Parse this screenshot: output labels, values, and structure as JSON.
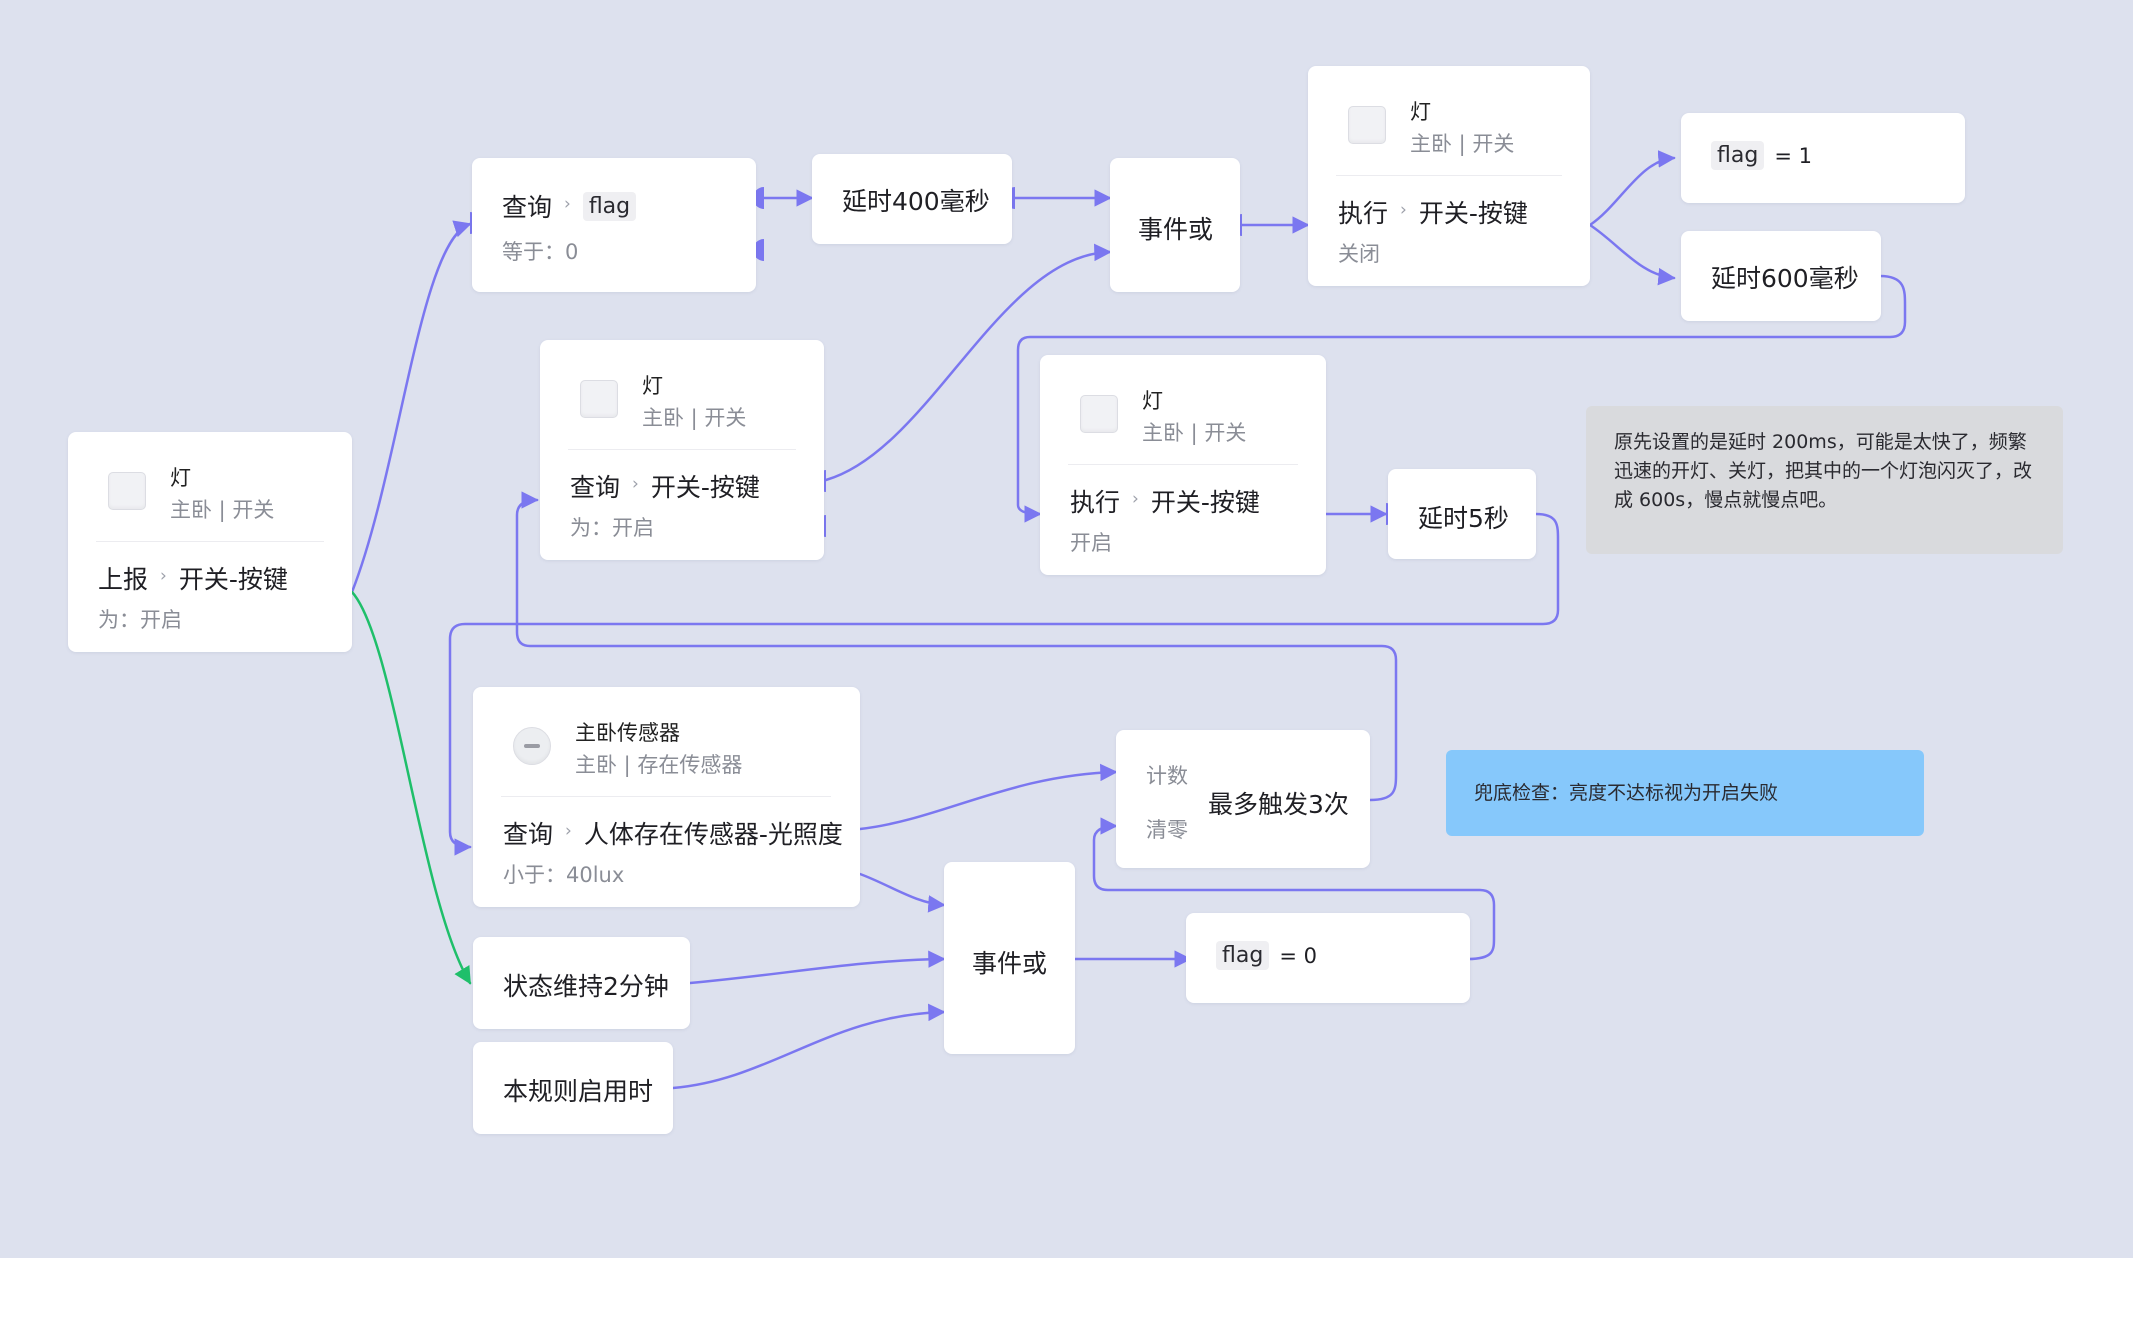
{
  "colors": {
    "canvas": "#dde1ee",
    "wire": "#7b77f0",
    "wire_green": "#1fbf6a",
    "note_gray": "#d9dadd",
    "note_blue": "#86c8fb"
  },
  "nodes": {
    "report_light": {
      "icon": "light-switch-icon",
      "device": "灯",
      "room": "主卧 | 开关",
      "action": "上报",
      "property": "开关-按键",
      "condition": "为：开启"
    },
    "query_flag": {
      "action": "查询",
      "variable": "flag",
      "condition": "等于：0"
    },
    "delay_400": {
      "label": "延时400毫秒"
    },
    "or_top": {
      "label": "事件或"
    },
    "exec_off": {
      "icon": "light-switch-icon",
      "device": "灯",
      "room": "主卧 | 开关",
      "action": "执行",
      "property": "开关-按键",
      "condition": "关闭"
    },
    "set_flag_1": {
      "variable": "flag",
      "value": "= 1"
    },
    "delay_600": {
      "label": "延时600毫秒"
    },
    "query_light": {
      "icon": "light-switch-icon",
      "device": "灯",
      "room": "主卧 | 开关",
      "action": "查询",
      "property": "开关-按键",
      "condition": "为：开启"
    },
    "exec_on": {
      "icon": "light-switch-icon",
      "device": "灯",
      "room": "主卧 | 开关",
      "action": "执行",
      "property": "开关-按键",
      "condition": "开启"
    },
    "delay_5s": {
      "label": "延时5秒"
    },
    "sensor_query": {
      "icon": "presence-sensor-icon",
      "device": "主卧传感器",
      "room": "主卧 | 存在传感器",
      "action": "查询",
      "property": "人体存在传感器-光照度",
      "condition": "小于：40lux"
    },
    "counter": {
      "count_label": "计数",
      "reset_label": "清零",
      "label": "最多触发3次"
    },
    "hold_2min": {
      "label": "状态维持2分钟"
    },
    "rule_enabled": {
      "label": "本规则启用时"
    },
    "or_bottom": {
      "label": "事件或"
    },
    "set_flag_0": {
      "variable": "flag",
      "value": "= 0"
    }
  },
  "notes": {
    "gray": "原先设置的是延时 200ms，可能是太快了，频繁迅速的开灯、关灯，把其中的一个灯泡闪灭了，改成 600s，慢点就慢点吧。",
    "blue": "兜底检查：亮度不达标视为开启失败"
  }
}
